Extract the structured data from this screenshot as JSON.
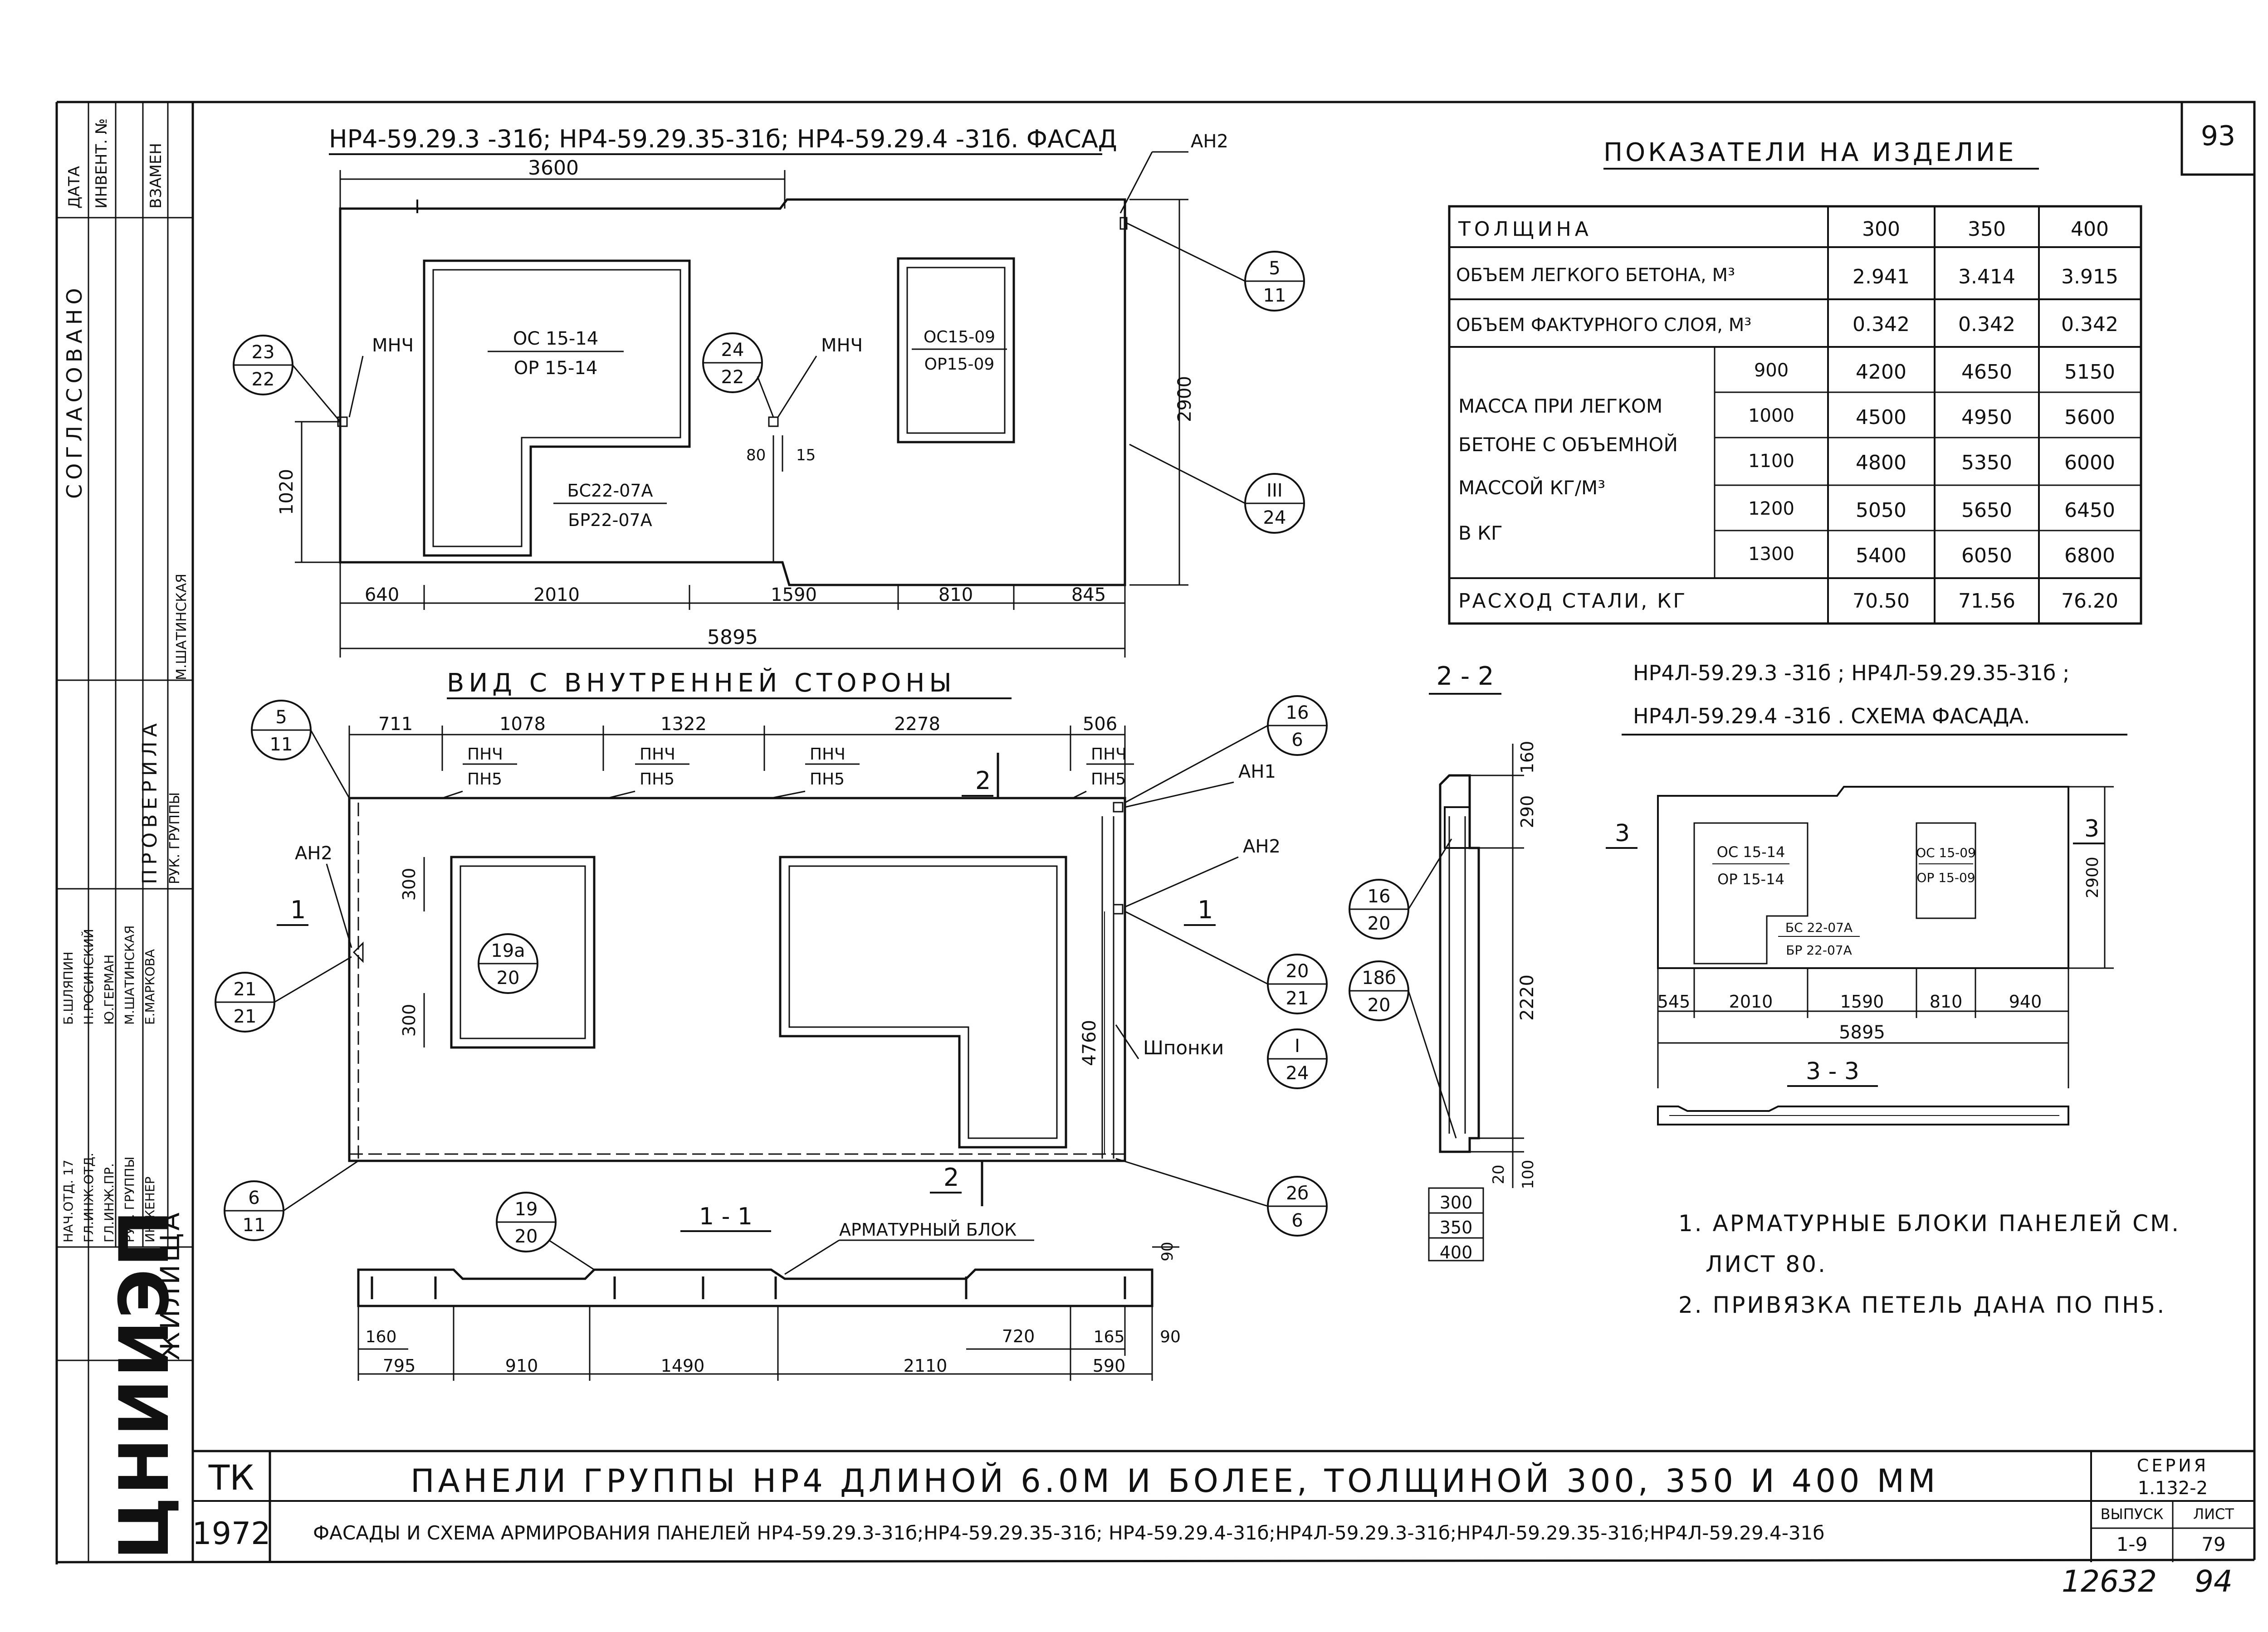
{
  "page_number": "93",
  "facade": {
    "title": "НР4-59.29.3 -31б; НР4-59.29.35-31б; НР4-59.29.4 -31б. ФАСАД",
    "an2": "АН2",
    "dim_top": "3600",
    "height": "2900",
    "sill": "1020",
    "mnch": "МНЧ",
    "window1": {
      "top": "ОС 15-14",
      "bottom": "ОР 15-14"
    },
    "window2": {
      "top": "ОС15-09",
      "bottom": "ОР15-09"
    },
    "door": {
      "top": "БС22-07А",
      "bottom": "БР22-07А"
    },
    "dim80": "80",
    "dim15": "15",
    "bottom_dims": [
      "640",
      "2010",
      "1590",
      "810",
      "845"
    ],
    "total": "5895",
    "callouts": {
      "c1": {
        "num": "23",
        "den": "22"
      },
      "c2": {
        "num": "24",
        "den": "22"
      },
      "c3": {
        "num": "5",
        "den": "11"
      },
      "c4": {
        "num": "III",
        "den": "24"
      }
    }
  },
  "indicators": {
    "title": "ПОКАЗАТЕЛИ НА ИЗДЕЛИЕ",
    "thickness_label": "ТОЛЩИНА",
    "thicknesses": [
      "300",
      "350",
      "400"
    ],
    "rows": [
      {
        "label": "ОБЪЕМ ЛЕГКОГО БЕТОНА, М³",
        "values": [
          "2.941",
          "3.414",
          "3.915"
        ]
      },
      {
        "label": "ОБЪЕМ ФАКТУРНОГО СЛОЯ, М³",
        "values": [
          "0.342",
          "0.342",
          "0.342"
        ]
      }
    ],
    "mass_label_lines": [
      "МАССА ПРИ ЛЕГКОМ",
      "БЕТОНЕ С ОБЪЕМНОЙ",
      "МАССОЙ   КГ/М³",
      "В   КГ"
    ],
    "mass_rows": [
      {
        "density": "900",
        "values": [
          "4200",
          "4650",
          "5150"
        ]
      },
      {
        "density": "1000",
        "values": [
          "4500",
          "4950",
          "5600"
        ]
      },
      {
        "density": "1100",
        "values": [
          "4800",
          "5350",
          "6000"
        ]
      },
      {
        "density": "1200",
        "values": [
          "5050",
          "5650",
          "6450"
        ]
      },
      {
        "density": "1300",
        "values": [
          "5400",
          "6050",
          "6800"
        ]
      }
    ],
    "steel": {
      "label": "РАСХОД   СТАЛИ,  КГ",
      "values": [
        "70.50",
        "71.56",
        "76.20"
      ]
    }
  },
  "inner_view": {
    "title": "ВИД  С ВНУТРЕННЕЙ   СТОРОНЫ",
    "top_dims": [
      "711",
      "1078",
      "1322",
      "2278",
      "506"
    ],
    "pnch": "ПНЧ",
    "pn5": "ПН5",
    "an1": "АН1",
    "an2_right": "АН2",
    "an2_left": "АН2",
    "dim300a": "300",
    "dim300b": "300",
    "dim4760": "4760",
    "shponki": "Шпонки",
    "cut1": "1",
    "cut2": "2",
    "callouts": {
      "c5": {
        "num": "5",
        "den": "11"
      },
      "c16": {
        "num": "16",
        "den": "6"
      },
      "c21": {
        "num": "21",
        "den": "21"
      },
      "c19a": {
        "num": "19а",
        "den": "20"
      },
      "c20": {
        "num": "20",
        "den": "21"
      },
      "cI": {
        "num": "I",
        "den": "24"
      },
      "c6": {
        "num": "6",
        "den": "11"
      },
      "c2b": {
        "num": "2б",
        "den": "6"
      }
    }
  },
  "section11": {
    "title": "1 - 1",
    "block": "АРМАТУРНЫЙ БЛОК",
    "callout": {
      "num": "19",
      "den": "20"
    },
    "dims": [
      "795",
      "910",
      "1490",
      "2110",
      "590"
    ],
    "dim160": "160",
    "dim720": "720",
    "dim165": "165",
    "dim90a": "90",
    "dim90b": "90"
  },
  "section22": {
    "title": "2 - 2",
    "dims": [
      "160",
      "290",
      "2220",
      "20",
      "100"
    ],
    "thicknesses": [
      "300",
      "350",
      "400"
    ],
    "callouts": {
      "c16": {
        "num": "16",
        "den": "20"
      },
      "c18b": {
        "num": "18б",
        "den": "20"
      }
    }
  },
  "scheme": {
    "title_line1": "НР4Л-59.29.3 -31б ; НР4Л-59.29.35-31б ;",
    "title_line2": "НР4Л-59.29.4 -31б . СХЕМА ФАСАДА.",
    "cut3": "3",
    "window1": {
      "top": "ОС 15-14",
      "bottom": "ОР 15-14"
    },
    "window2": {
      "top": "ОС 15-09",
      "bottom": "ОР 15-09"
    },
    "door": {
      "top": "БС 22-07А",
      "bottom": "БР 22-07А"
    },
    "height": "2900",
    "dims": [
      "545",
      "2010",
      "1590",
      "810",
      "940"
    ],
    "total": "5895",
    "section33": "3 - 3"
  },
  "notes": [
    "1. АРМАТУРНЫЕ БЛОКИ ПАНЕЛЕЙ СМ.",
    "ЛИСТ  80.",
    "2. ПРИВЯЗКА  ПЕТЕЛЬ  ДАНА ПО ПН5."
  ],
  "stamp": {
    "left_rows": [
      {
        "role": "НАЧ.ОТД. 17",
        "name": "Б.ШЛЯПИН"
      },
      {
        "role": "ГЛ.ИНЖ.ОТД.",
        "name": "Н.РОСИНСКИЙ"
      },
      {
        "role": "ГЛ.ИНЖ.ПР.",
        "name": "Ю.ГЕРМАН"
      },
      {
        "role": "РУК. ГРУППЫ",
        "name": "М.ШАТИНСКАЯ"
      },
      {
        "role": "ИНЖЕНЕР",
        "name": "Е.МАРКОВА"
      }
    ],
    "checked": "ПРОВЕРИЛА",
    "checked_role": "РУК. ГРУППЫ",
    "checked_name": "М.ШАТИНСКАЯ",
    "agreed": "СОГЛАСОВАНО",
    "date": "ДАТА",
    "inv": "ИНВЕНТ. №",
    "replace": "ВЗАМЕН",
    "org": "ЦНИИЭП",
    "org_sub": "ЖИЛИЩА",
    "tk": "ТК",
    "year": "1972",
    "main_title": "ПАНЕЛИ  ГРУППЫ  НР4  ДЛИНОЙ  6.0М  И  БОЛЕЕ,  ТОЛЩИНОЙ   300, 350 И 400 ММ",
    "sub_title": "ФАСАДЫ И СХЕМА АРМИРОВАНИЯ  ПАНЕЛЕЙ   НР4-59.29.3-31б;НР4-59.29.35-31б; НР4-59.29.4-31б;НР4Л-59.29.3-31б;НР4Л-59.29.35-31б;НР4Л-59.29.4-31б",
    "series_label": "СЕРИЯ",
    "series": "1.132-2",
    "issue_label": "ВЫПУСК",
    "issue": "1-9",
    "sheet_label": "ЛИСТ",
    "sheet": "79"
  },
  "archive_no": "12632",
  "archive_page": "94"
}
